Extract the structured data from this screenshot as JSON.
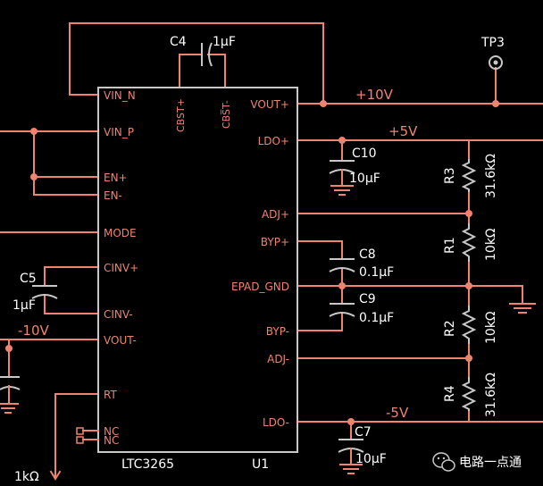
{
  "chip": {
    "name": "LTC3265",
    "ref": "U1"
  },
  "pins_left": {
    "vin_n": "VIN_N",
    "vin_p": "VIN_P",
    "en_p": "EN+",
    "en_n": "EN-",
    "mode": "MODE",
    "cinv_p": "CINV+",
    "cinv_n": "CINV-",
    "vout_n": "VOUT-",
    "rt": "RT",
    "nc1": "NC",
    "nc2": "NC"
  },
  "pins_top": {
    "cbst_p": "CBST+",
    "cbst_n": "CBS̅T-"
  },
  "pins_right": {
    "vout_p": "VOUT+",
    "ldo_p": "LDO+",
    "adj_p": "ADJ+",
    "byp_p": "BYP+",
    "epad": "EPAD_GND",
    "byp_n": "BYP-",
    "adj_n": "ADJ-",
    "ldo_n": "LDO-"
  },
  "components": {
    "c4": {
      "ref": "C4",
      "value": "1µF"
    },
    "c5": {
      "ref": "C5",
      "value": "1µF"
    },
    "c10": {
      "ref": "C10",
      "value": "10µF"
    },
    "c8": {
      "ref": "C8",
      "value": "0.1µF"
    },
    "c9": {
      "ref": "C9",
      "value": "0.1µF"
    },
    "c7": {
      "ref": "C7",
      "value": "10µF"
    },
    "r3": {
      "ref": "R3",
      "value": "31.6kΩ"
    },
    "r1": {
      "ref": "R1",
      "value": "10kΩ"
    },
    "r2": {
      "ref": "R2",
      "value": "10kΩ"
    },
    "r4": {
      "ref": "R4",
      "value": "31.6kΩ"
    },
    "r_rt": {
      "value": "1kΩ"
    },
    "tp3": {
      "ref": "TP3"
    }
  },
  "nets": {
    "p10v": "+10V",
    "p5v": "+5V",
    "n10v": "-10V",
    "n5v": "-5V"
  },
  "watermark": {
    "text": "电路一点通",
    "icon": "wechat-icon"
  },
  "colors": {
    "wire": "#ee8470",
    "symbol": "#c8c8c8",
    "label": "#ffffff",
    "background": "#000000"
  }
}
